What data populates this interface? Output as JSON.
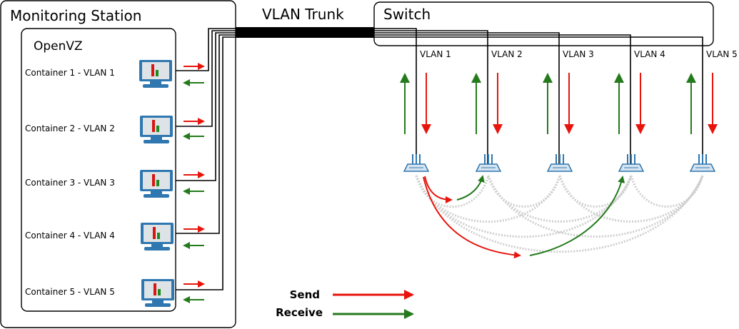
{
  "monitoring_station": {
    "title": "Monitoring Station"
  },
  "openvz": {
    "title": "OpenVZ"
  },
  "trunk": {
    "label": "VLAN Trunk"
  },
  "switch": {
    "title": "Switch"
  },
  "containers": [
    {
      "label": "Container 1 - VLAN 1",
      "icon": "monitor-icon"
    },
    {
      "label": "Container 2 - VLAN 2",
      "icon": "monitor-icon"
    },
    {
      "label": "Container 3 - VLAN 3",
      "icon": "monitor-icon"
    },
    {
      "label": "Container 4 - VLAN 4",
      "icon": "monitor-icon"
    },
    {
      "label": "Container 5 - VLAN 5",
      "icon": "monitor-icon"
    }
  ],
  "vlans": [
    {
      "label": "VLAN 1",
      "icon": "router-icon"
    },
    {
      "label": "VLAN 2",
      "icon": "router-icon"
    },
    {
      "label": "VLAN 3",
      "icon": "router-icon"
    },
    {
      "label": "VLAN 4",
      "icon": "router-icon"
    },
    {
      "label": "VLAN 5",
      "icon": "router-icon"
    }
  ],
  "legend": {
    "send_label": "Send",
    "receive_label": "Receive"
  },
  "colors": {
    "send": "#e8140c",
    "receive": "#247a1c",
    "monitor": "#2f77b0",
    "screen": "#dde3e6",
    "mesh": "#cfcfcf"
  }
}
